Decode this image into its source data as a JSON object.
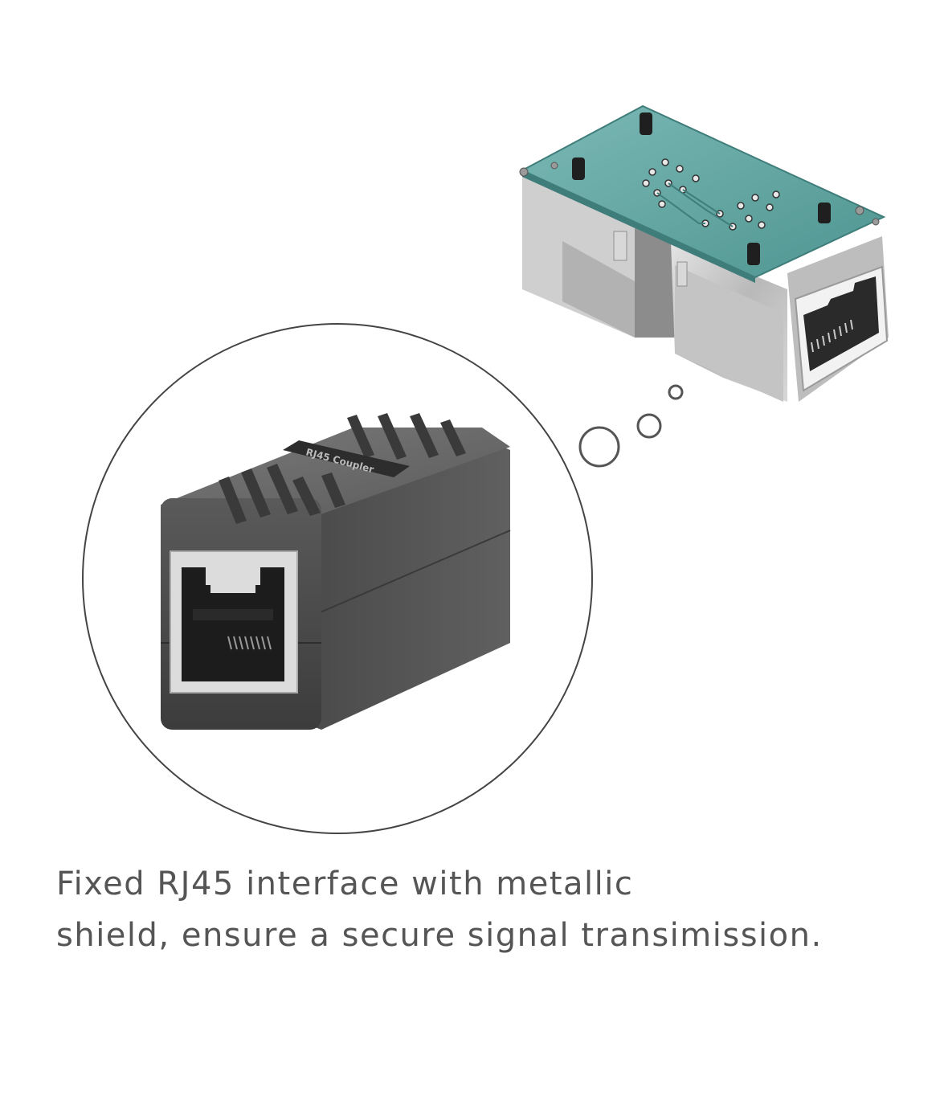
{
  "caption": {
    "line1": "Fixed RJ45 interface with metallic",
    "line2": "shield, ensure a secure signal transimission."
  },
  "coupler_label": "RJ45 Coupler",
  "colors": {
    "background": "#ffffff",
    "caption_text": "#555555",
    "circle_stroke": "#444444",
    "coupler_body": "#4a4a4a",
    "pcb_green": "#5fa3a0",
    "metal_shield": "#c8c8c8"
  }
}
